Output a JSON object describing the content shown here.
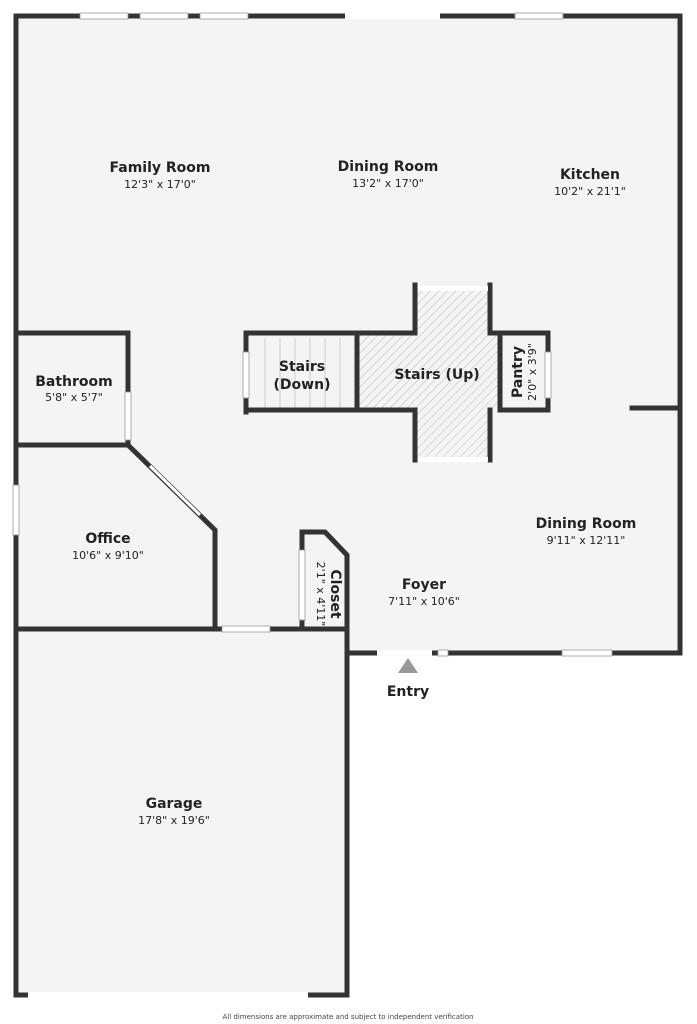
{
  "rooms": [
    {
      "name": "Family Room",
      "dims": "12'3\" x 17'0\""
    },
    {
      "name": "Dining Room",
      "dims": "13'2\" x 17'0\""
    },
    {
      "name": "Kitchen",
      "dims": "10'2\" x 21'1\""
    },
    {
      "name": "Bathroom",
      "dims": "5'8\" x 5'7\""
    },
    {
      "name": "Stairs (Down)",
      "line1": "Stairs",
      "line2": "(Down)"
    },
    {
      "name": "Stairs (Up)"
    },
    {
      "name": "Pantry",
      "dims": "2'0\" x 3'9\""
    },
    {
      "name": "Office",
      "dims": "10'6\" x 9'10\""
    },
    {
      "name": "Closet",
      "dims": "2'1\" x 4'11\""
    },
    {
      "name": "Foyer",
      "dims": "7'11\" x 10'6\""
    },
    {
      "name": "Dining Room",
      "dims": "9'11\" x 12'11\""
    },
    {
      "name": "Garage",
      "dims": "17'8\" x 19'6\""
    }
  ],
  "entry_label": "Entry",
  "footer": "All dimensions are approximate and subject to independent verification",
  "colors": {
    "wall": "#333333",
    "floor": "#f4f4f4",
    "hatch": "#bbbbbb",
    "entry_arrow": "#999999"
  }
}
